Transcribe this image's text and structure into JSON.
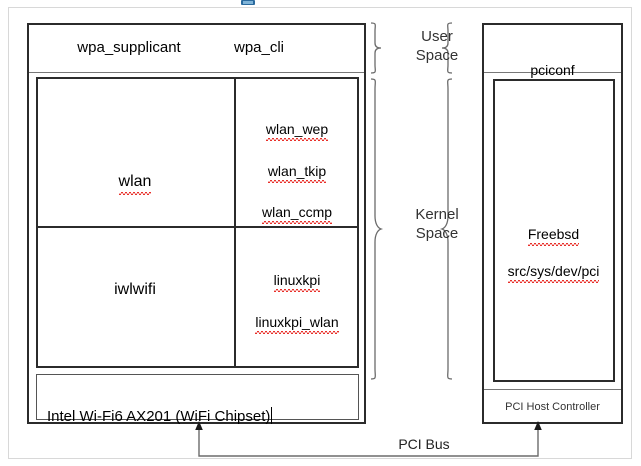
{
  "diagram": {
    "title_artifact": "clipped-blue-icon",
    "user_space_label": "User\nSpace",
    "kernel_space_label": "Kernel\nSpace",
    "pci_bus_label": "PCI Bus",
    "left_stack": {
      "userspace": [
        {
          "name": "wpa_supplicant",
          "spellcheck": false
        },
        {
          "name": "wpa_cli",
          "spellcheck": false
        }
      ],
      "kernel_left": [
        {
          "name": "wlan",
          "spellcheck": true
        },
        {
          "name": "iwlwifi",
          "spellcheck": false
        }
      ],
      "kernel_right": [
        {
          "name": "wlan_wep",
          "spellcheck": true
        },
        {
          "name": "wlan_tkip",
          "spellcheck": true
        },
        {
          "name": "wlan_ccmp",
          "spellcheck": true
        },
        {
          "name": "linuxkpi",
          "spellcheck": true
        },
        {
          "name": "linuxkpi_wlan",
          "spellcheck": true
        }
      ],
      "hardware": "Intel Wi-Fi6 AX201 (WiFi Chipset)",
      "hardware_spellword": "WiFi"
    },
    "right_stack": {
      "userspace": "pciconf",
      "kernel_line1": "Freebsd",
      "kernel_line2": "src/sys/dev/pci",
      "hardware": "PCI Host Controller"
    },
    "colors": {
      "box_border": "#2b2b2b",
      "thin_border": "#555555",
      "brace": "#6b6b6b",
      "spellcheck_red": "#e8302a",
      "background": "#ffffff",
      "page_border": "#d8d8d8"
    }
  }
}
